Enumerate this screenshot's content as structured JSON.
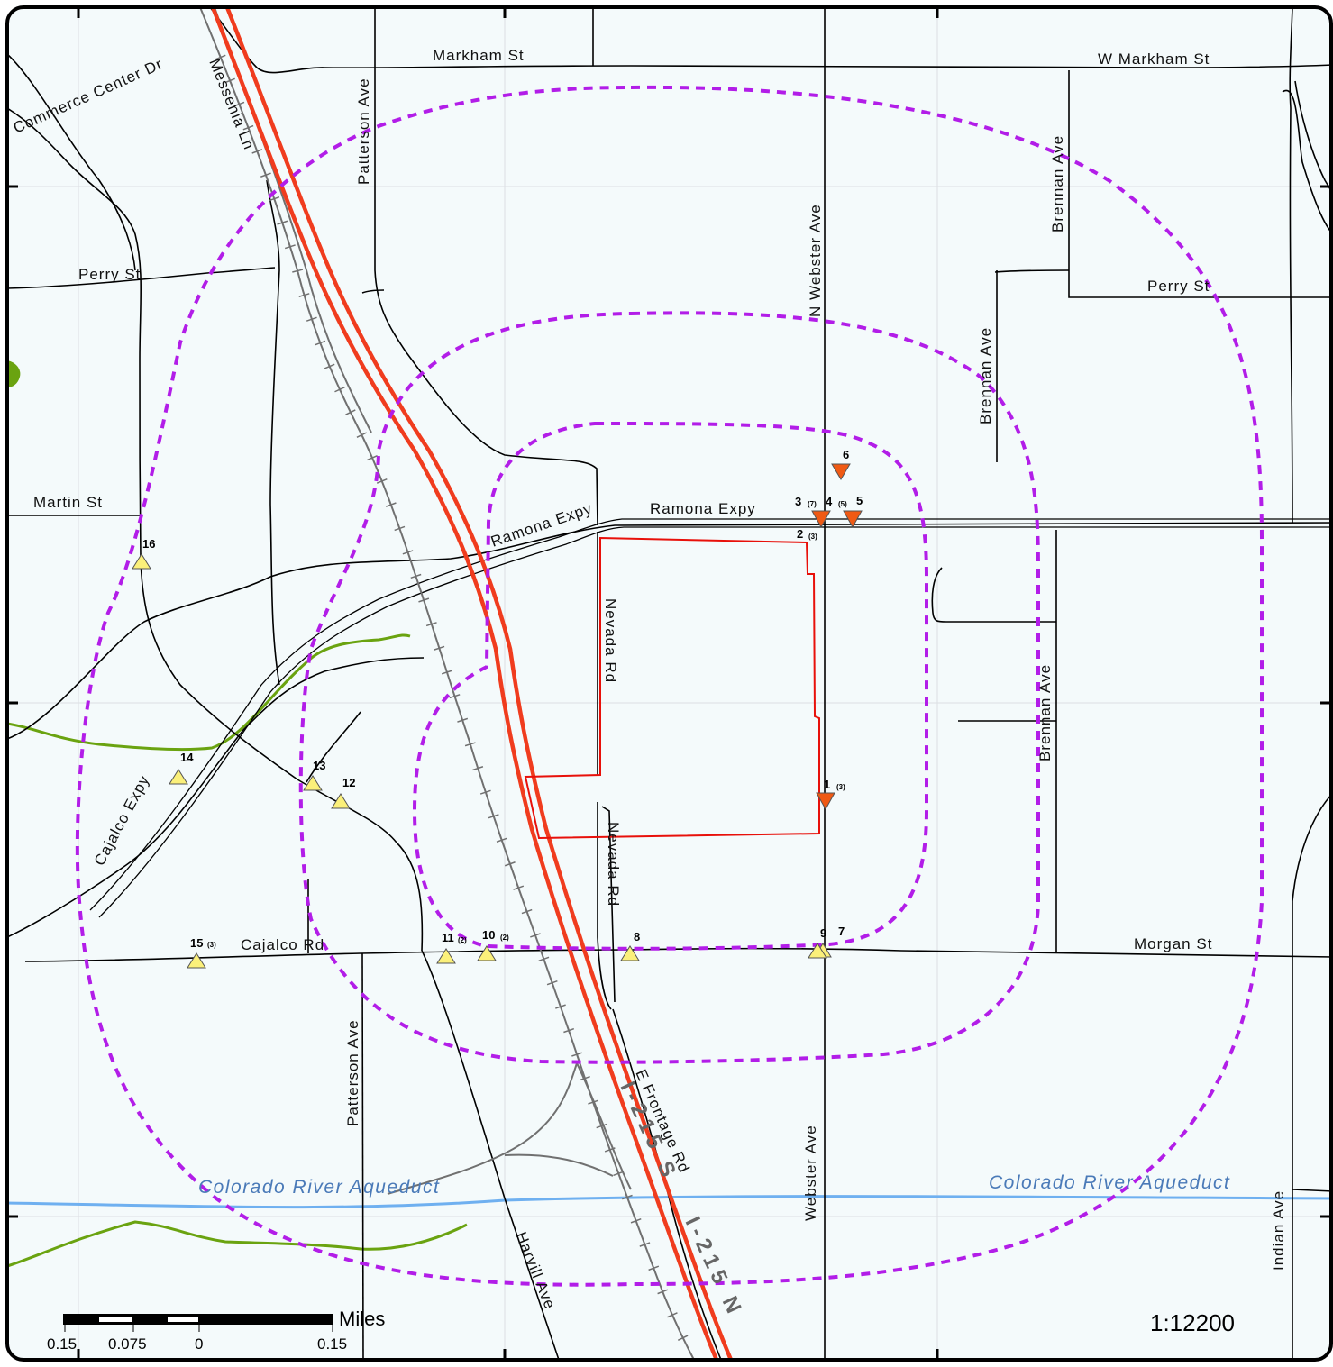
{
  "map": {
    "background": "#f4fafb",
    "colors": {
      "road": "#000000",
      "freeway": "#f03c1e",
      "railroad": "#707070",
      "buffer": "#b21de8",
      "project_boundary": "#e8100a",
      "aqueduct": "#6fb0f0",
      "creek": "#6aa310",
      "site_down": "#f05a14",
      "site_up": "#fbf07a"
    },
    "street_labels": {
      "commerce_center_dr": "Commerce Center Dr",
      "messenia_ln": "Messenia Ln",
      "patterson_ave_north": "Patterson Ave",
      "markham_st": "Markham St",
      "w_markham_st": "W Markham St",
      "brennan_ave_north": "Brennan Ave",
      "n_webster_ave": "N Webster Ave",
      "perry_st_west": "Perry St",
      "perry_st_east": "Perry St",
      "brennan_ave_mid": "Brennan Ave",
      "martin_st": "Martin St",
      "ramona_expy_west": "Ramona Expy",
      "ramona_expy_east": "Ramona Expy",
      "nevada_rd_north": "Nevada Rd",
      "nevada_rd_south": "Nevada Rd",
      "brennan_ave_south": "Brennan Ave",
      "cajalco_expy": "Cajalco Expy",
      "cajalco_rd": "Cajalco Rd",
      "morgan_st": "Morgan St",
      "patterson_ave_south": "Patterson Ave",
      "e_frontage_rd": "E Frontage Rd",
      "webster_ave": "Webster Ave",
      "harvill_ave": "Harvill Ave",
      "indian_ave": "Indian Ave",
      "i215s": "I-215 S",
      "i215n": "I-215 N",
      "aqueduct_west": "Colorado River Aqueduct",
      "aqueduct_east": "Colorado River Aqueduct"
    },
    "sites": [
      {
        "id": "site-1",
        "number": "1",
        "count": "(3)",
        "direction": "down"
      },
      {
        "id": "site-2",
        "number": "2",
        "count": "(3)",
        "direction": "down"
      },
      {
        "id": "site-3",
        "number": "3",
        "count": "(7)",
        "direction": "down"
      },
      {
        "id": "site-4",
        "number": "4",
        "count": "(5)",
        "direction": "down"
      },
      {
        "id": "site-5",
        "number": "5",
        "count": "",
        "direction": "down"
      },
      {
        "id": "site-6",
        "number": "6",
        "count": "",
        "direction": "down"
      },
      {
        "id": "site-7",
        "number": "7",
        "count": "",
        "direction": "up"
      },
      {
        "id": "site-8",
        "number": "8",
        "count": "",
        "direction": "up"
      },
      {
        "id": "site-9",
        "number": "9",
        "count": "",
        "direction": "up"
      },
      {
        "id": "site-10",
        "number": "10",
        "count": "(2)",
        "direction": "up"
      },
      {
        "id": "site-11",
        "number": "11",
        "count": "(2)",
        "direction": "up"
      },
      {
        "id": "site-12",
        "number": "12",
        "count": "",
        "direction": "up"
      },
      {
        "id": "site-13",
        "number": "13",
        "count": "",
        "direction": "up"
      },
      {
        "id": "site-14",
        "number": "14",
        "count": "",
        "direction": "up"
      },
      {
        "id": "site-15",
        "number": "15",
        "count": "(3)",
        "direction": "up"
      },
      {
        "id": "site-16",
        "number": "16",
        "count": "",
        "direction": "up"
      }
    ],
    "scale_bar": {
      "unit": "Miles",
      "ticks": [
        "0.15",
        "0.075",
        "0",
        "0.15"
      ],
      "ratio": "1:12200"
    }
  }
}
